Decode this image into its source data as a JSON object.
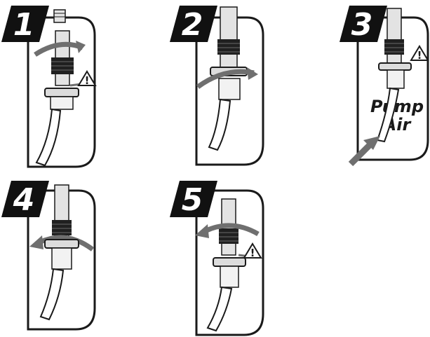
{
  "steps": [
    {
      "number": "1"
    },
    {
      "number": "2"
    },
    {
      "number": "3",
      "caption_line1": "Pump",
      "caption_line2": "Air"
    },
    {
      "number": "4"
    },
    {
      "number": "5"
    }
  ],
  "warning_glyph": "!",
  "colors": {
    "ink": "#1a1a1a",
    "arrow": "#6f6f6f",
    "stem": "#e3e3e3",
    "knurl": "#202020",
    "badge": "#111111"
  }
}
